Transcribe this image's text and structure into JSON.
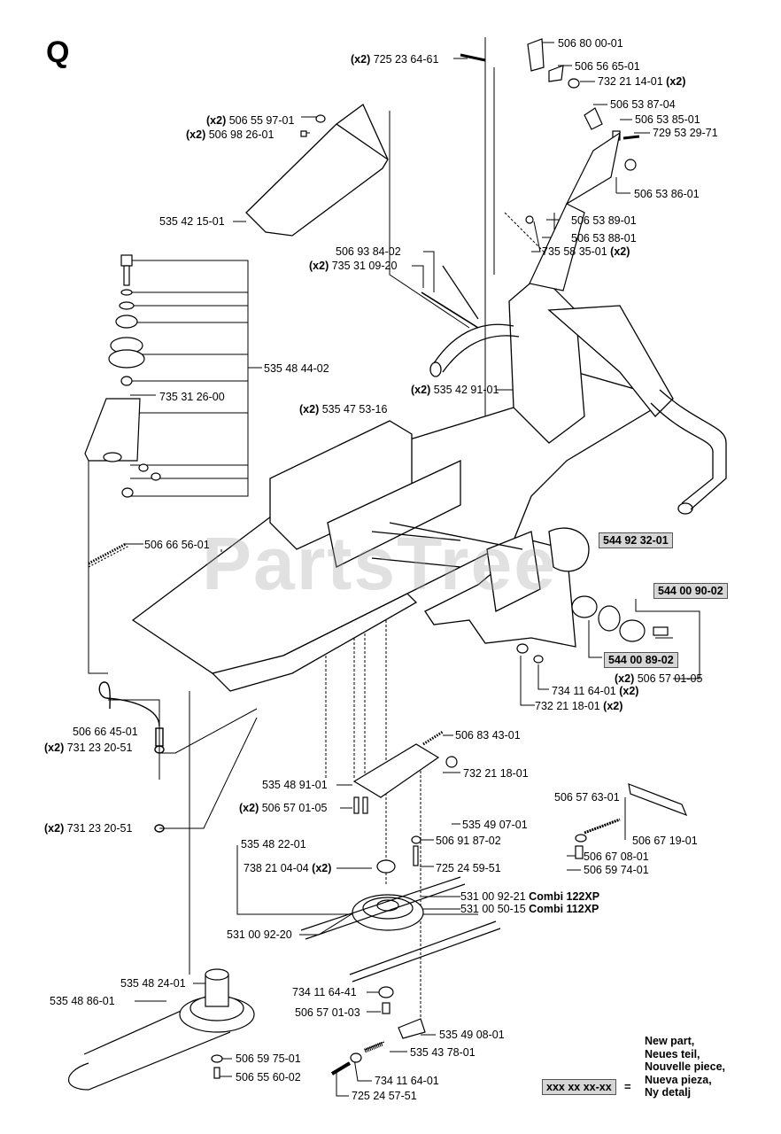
{
  "section": "Q",
  "watermark": "PartsTree",
  "callouts": [
    {
      "id": "p1",
      "qty": "(x2)",
      "num": "725 23 64-61",
      "suffix": ""
    },
    {
      "id": "p2",
      "qty": "",
      "num": "506 80 00-01",
      "suffix": ""
    },
    {
      "id": "p3",
      "qty": "",
      "num": "506 56 65-01",
      "suffix": ""
    },
    {
      "id": "p4",
      "qty": "",
      "num": "732 21 14-01",
      "suffix": "(x2)"
    },
    {
      "id": "p5",
      "qty": "",
      "num": "506 53 87-04",
      "suffix": ""
    },
    {
      "id": "p6",
      "qty": "",
      "num": "506 53 85-01",
      "suffix": ""
    },
    {
      "id": "p7",
      "qty": "",
      "num": "729 53 29-71",
      "suffix": ""
    },
    {
      "id": "p8",
      "qty": "(x2)",
      "num": "506 55 97-01",
      "suffix": ""
    },
    {
      "id": "p9",
      "qty": "(x2)",
      "num": "506 98 26-01",
      "suffix": ""
    },
    {
      "id": "p10",
      "qty": "",
      "num": "506 53 86-01",
      "suffix": ""
    },
    {
      "id": "p11",
      "qty": "",
      "num": "535 42 15-01",
      "suffix": ""
    },
    {
      "id": "p12",
      "qty": "",
      "num": "506 53 89-01",
      "suffix": ""
    },
    {
      "id": "p13",
      "qty": "",
      "num": "506 53 88-01",
      "suffix": ""
    },
    {
      "id": "p14",
      "qty": "",
      "num": "735 58 35-01",
      "suffix": "(x2)"
    },
    {
      "id": "p15",
      "qty": "",
      "num": "506 93 84-02",
      "suffix": ""
    },
    {
      "id": "p16",
      "qty": "(x2)",
      "num": "735 31 09-20",
      "suffix": ""
    },
    {
      "id": "p17",
      "qty": "",
      "num": "535 48 44-02",
      "suffix": ""
    },
    {
      "id": "p18",
      "qty": "",
      "num": "735 31 26-00",
      "suffix": ""
    },
    {
      "id": "p19",
      "qty": "(x2)",
      "num": "535 42 91-01",
      "suffix": ""
    },
    {
      "id": "p20",
      "qty": "(x2)",
      "num": "535 47 53-16",
      "suffix": ""
    },
    {
      "id": "p21",
      "qty": "",
      "num": "506 66 56-01",
      "suffix": ""
    },
    {
      "id": "p22",
      "qty": "",
      "num": "506 57 01-05",
      "prefix": "(x2)",
      "suffix": ""
    },
    {
      "id": "p23",
      "qty": "",
      "num": "734 11 64-01",
      "suffix": "(x2)"
    },
    {
      "id": "p24",
      "qty": "",
      "num": "732 21 18-01",
      "suffix": "(x2)"
    },
    {
      "id": "p25",
      "qty": "",
      "num": "506 66 45-01",
      "suffix": ""
    },
    {
      "id": "p26",
      "qty": "(x2)",
      "num": "731 23 20-51",
      "suffix": ""
    },
    {
      "id": "p27",
      "qty": "",
      "num": "506 83 43-01",
      "suffix": ""
    },
    {
      "id": "p28",
      "qty": "",
      "num": "732 21 18-01",
      "suffix": ""
    },
    {
      "id": "p29",
      "qty": "",
      "num": "535 48 91-01",
      "suffix": ""
    },
    {
      "id": "p30",
      "qty": "(x2)",
      "num": "506 57 01-05",
      "suffix": ""
    },
    {
      "id": "p31",
      "qty": "",
      "num": "535 49 07-01",
      "suffix": ""
    },
    {
      "id": "p32",
      "qty": "",
      "num": "506 57 63-01",
      "suffix": ""
    },
    {
      "id": "p33",
      "qty": "(x2)",
      "num": "731 23 20-51",
      "suffix": ""
    },
    {
      "id": "p34",
      "qty": "",
      "num": "535 48 22-01",
      "suffix": ""
    },
    {
      "id": "p35",
      "qty": "",
      "num": "506 91 87-02",
      "suffix": ""
    },
    {
      "id": "p36",
      "qty": "",
      "num": "506 67 19-01",
      "suffix": ""
    },
    {
      "id": "p37",
      "qty": "",
      "num": "738 21 04-04",
      "suffix": "(x2)"
    },
    {
      "id": "p38",
      "qty": "",
      "num": "725 24 59-51",
      "suffix": ""
    },
    {
      "id": "p39",
      "qty": "",
      "num": "506 67 08-01",
      "suffix": ""
    },
    {
      "id": "p40",
      "qty": "",
      "num": "506 59 74-01",
      "suffix": ""
    },
    {
      "id": "p41",
      "qty": "",
      "num": "531 00 92-21",
      "suffix": "Combi 122XP"
    },
    {
      "id": "p42",
      "qty": "",
      "num": "531 00 50-15",
      "suffix": "Combi 112XP"
    },
    {
      "id": "p43",
      "qty": "",
      "num": "531 00 92-20",
      "suffix": ""
    },
    {
      "id": "p44",
      "qty": "",
      "num": "535 48 24-01",
      "suffix": ""
    },
    {
      "id": "p45",
      "qty": "",
      "num": "535 48 86-01",
      "suffix": ""
    },
    {
      "id": "p46",
      "qty": "",
      "num": "734 11 64-41",
      "suffix": ""
    },
    {
      "id": "p47",
      "qty": "",
      "num": "506 57 01-03",
      "suffix": ""
    },
    {
      "id": "p48",
      "qty": "",
      "num": "535 49 08-01",
      "suffix": ""
    },
    {
      "id": "p49",
      "qty": "",
      "num": "535 43 78-01",
      "suffix": ""
    },
    {
      "id": "p50",
      "qty": "",
      "num": "506 59 75-01",
      "suffix": ""
    },
    {
      "id": "p51",
      "qty": "",
      "num": "506 55 60-02",
      "suffix": ""
    },
    {
      "id": "p52",
      "qty": "",
      "num": "734 11 64-01",
      "suffix": ""
    },
    {
      "id": "p53",
      "qty": "",
      "num": "725 24 57-51",
      "suffix": ""
    }
  ],
  "new_parts": [
    {
      "id": "n1",
      "num": "544 92 32-01"
    },
    {
      "id": "n2",
      "num": "544 00 90-02"
    },
    {
      "id": "n3",
      "num": "544 00 89-02"
    }
  ],
  "legend": {
    "lines": [
      "New part,",
      "Neues teil,",
      "Nouvelle piece,",
      "Nueva pieza,",
      "Ny detalj"
    ],
    "box": "xxx xx xx-xx",
    "eq": "="
  }
}
